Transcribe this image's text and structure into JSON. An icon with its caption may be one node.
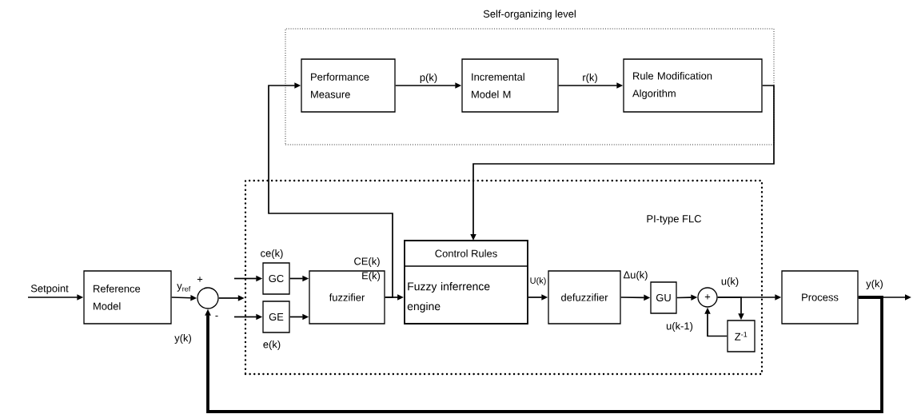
{
  "diagram": {
    "nodes": [
      {
        "text": [
          "Self-organizing level"
        ]
      },
      {
        "text": [
          "Performance Measure"
        ],
        "in": 0
      },
      {
        "text": [
          "Incremental Model M"
        ],
        "in": 0
      },
      {
        "text": [
          "Rule Modification Algorithm"
        ],
        "in": 0
      },
      {
        "text": [
          "PI-type FLC"
        ]
      },
      {
        "text": [
          "Reference Model"
        ]
      },
      {
        "text": [],
        "shape": "circle"
      },
      {
        "text": [
          "GC"
        ],
        "in": 4
      },
      {
        "text": [
          "GE"
        ],
        "in": 4
      },
      {
        "text": [
          "fuzzifier"
        ],
        "in": 4
      },
      {
        "text": [
          "Control Rules",
          "Fuzzy inferrence engine"
        ],
        "in": 4
      },
      {
        "text": [
          "defuzzifier"
        ],
        "in": 4
      },
      {
        "text": [
          "GU"
        ],
        "in": 4
      },
      {
        "text": [
          "+"
        ],
        "in": 4
      },
      {
        "text": [
          "Z$^{-1}$"
        ],
        "in": 4
      },
      {
        "text": [
          "Process"
        ]
      }
    ],
    "edges": [
      {
        "from": null,
        "to": 5,
        "arrow": "to",
        "label": "Setpoint"
      },
      {
        "from": 5,
        "to": 6,
        "arrow": "to",
        "label": "y$_{ref}$"
      },
      {
        "from": 6,
        "to": 4,
        "arrow": "to"
      },
      {
        "from": null,
        "to": 7,
        "arrow": "to"
      },
      {
        "from": null,
        "to": 8,
        "arrow": "to"
      },
      {
        "from": 7,
        "to": 9,
        "arrow": "to"
      },
      {
        "from": 8,
        "to": 9,
        "arrow": "to"
      },
      {
        "from": 9,
        "to": 10,
        "arrow": "to"
      },
      {
        "from": 9,
        "to": 1,
        "arrow": "to"
      },
      {
        "from": 1,
        "to": 2,
        "arrow": "to",
        "label": "p(k)"
      },
      {
        "from": 2,
        "to": 3,
        "arrow": "to",
        "label": "r(k)"
      },
      {
        "from": 3,
        "to": 10,
        "arrow": "to"
      },
      {
        "from": 10,
        "to": 11,
        "arrow": "to",
        "label": "U(k)"
      },
      {
        "from": 11,
        "to": 12,
        "arrow": "to",
        "label": "Δu(k)"
      },
      {
        "from": 12,
        "to": 13,
        "arrow": "to"
      },
      {
        "from": 13,
        "to": 15,
        "arrow": "to",
        "label": "u(k)"
      },
      {
        "from": 13,
        "to": 14,
        "arrow": "to"
      },
      {
        "from": 14,
        "to": 13,
        "arrow": "to",
        "label": "u(k-1)"
      },
      {
        "from": 15,
        "to": null,
        "arrow": "to",
        "label": "y(k)"
      },
      {
        "from": 15,
        "to": 6,
        "arrow": "to",
        "label": "y(k)",
        "style": "thick"
      }
    ],
    "labels": [
      "+",
      "-",
      "ce(k)",
      "e(k)",
      "CE(k)",
      "E(k)"
    ]
  }
}
